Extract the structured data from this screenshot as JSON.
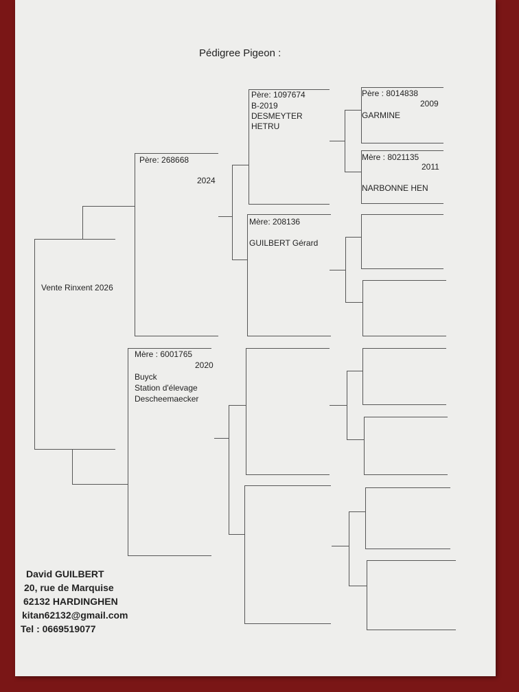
{
  "title": "Pédigree Pigeon :",
  "subject": "Vente Rinxent 2026",
  "father": {
    "label": "Père:  268668",
    "year": "2024"
  },
  "mother": {
    "label": "Mère : 6001765",
    "year": "2020",
    "lines": [
      "Buyck",
      "Station d'élevage",
      "Descheemaecker"
    ]
  },
  "ff": {
    "label": "Père:  1097674",
    "lines": [
      "B-2019",
      "DESMEYTER",
      "HETRU"
    ]
  },
  "fm": {
    "label": "Mère:  208136",
    "lines": [
      "GUILBERT Gérard"
    ]
  },
  "fff": {
    "label": "Père : 8014838",
    "year": "2009",
    "name": "GARMINE"
  },
  "ffm": {
    "label": "Mère : 8021135",
    "year": "2011",
    "name": "NARBONNE HEN"
  },
  "owner": {
    "name": "David GUILBERT",
    "street": "20, rue de Marquise",
    "city": "62132 HARDINGHEN",
    "email": "kitan62132@gmail.com",
    "phone": "Tel : 0669519077"
  }
}
